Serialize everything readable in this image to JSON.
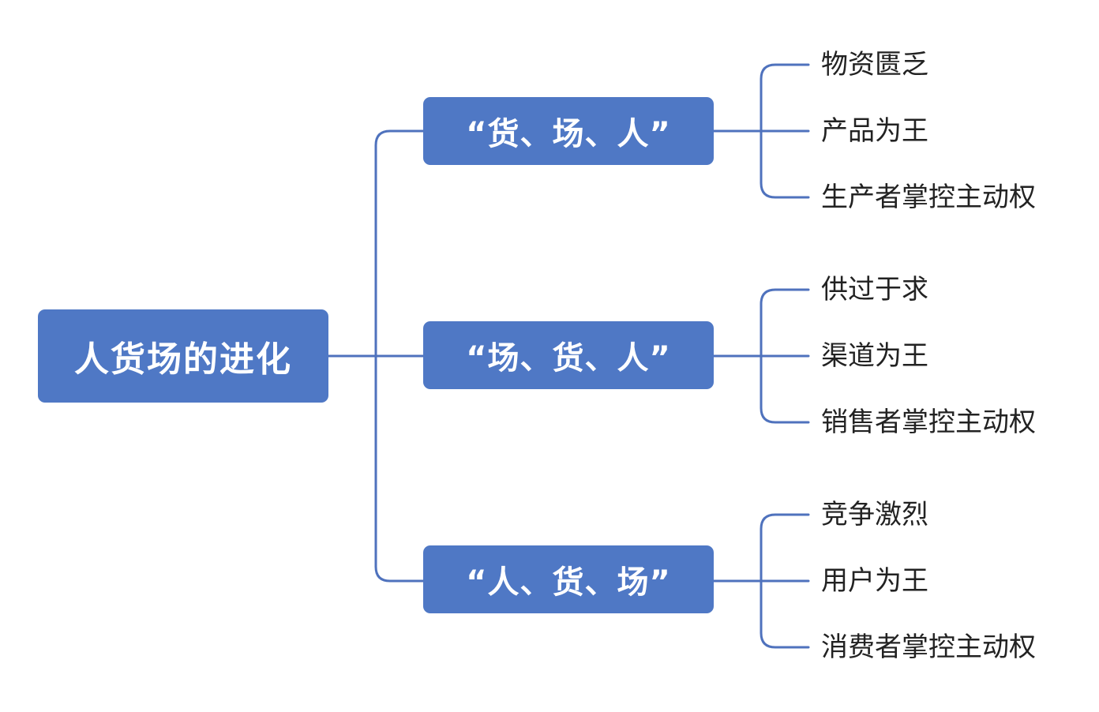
{
  "root": {
    "label": "人货场的进化"
  },
  "branches": [
    {
      "label": "“货、场、人”",
      "leaves": [
        "物资匮乏",
        "产品为王",
        "生产者掌控主动权"
      ]
    },
    {
      "label": "“场、货、人”",
      "leaves": [
        "供过于求",
        "渠道为王",
        "销售者掌控主动权"
      ]
    },
    {
      "label": "“人、货、场”",
      "leaves": [
        "竞争激烈",
        "用户为王",
        "消费者掌控主动权"
      ]
    }
  ],
  "colors": {
    "node_fill": "#4f78c5",
    "connector": "#4f72bd",
    "node_text": "#ffffff",
    "leaf_text": "#222222"
  }
}
